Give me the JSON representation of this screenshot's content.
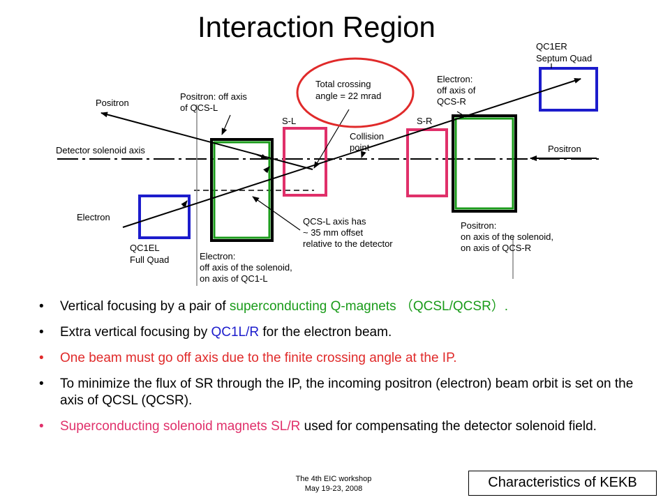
{
  "title": "Interaction Region",
  "colors": {
    "green": "#1a9b1a",
    "blue": "#1c1ccc",
    "pink": "#e0306a",
    "red": "#e02a2a",
    "gray": "#888888"
  },
  "diagram": {
    "labels": {
      "positron_left": "Positron",
      "positron_off_axis_1": "Positron: off axis",
      "positron_off_axis_2": "of QCS-L",
      "sl": "S-L",
      "total_crossing_1": "Total crossing",
      "total_crossing_2": "angle = 22 mrad",
      "collision_1": "Collision",
      "collision_2": "point",
      "sr": "S-R",
      "electron_off_1": "Electron:",
      "electron_off_2": "off axis of",
      "electron_off_3": "QCS-R",
      "qc1er_1": "QC1ER",
      "qc1er_2": "Septum Quad",
      "detector_axis": "Detector solenoid axis",
      "positron_right": "Positron",
      "electron_left": "Electron",
      "qc1el_1": "QC1EL",
      "qc1el_2": "Full Quad",
      "electron_bottom_1": "Electron:",
      "electron_bottom_2": "off axis of the solenoid,",
      "electron_bottom_3": "on axis of QC1-L",
      "qcsl_axis_1": "QCS-L axis has",
      "qcsl_axis_2": "~ 35 mm offset",
      "qcsl_axis_3": "relative to the detector",
      "positron_bottom_1": "Positron:",
      "positron_bottom_2": "on axis of the solenoid,",
      "positron_bottom_3": "on axis of QCS-R"
    }
  },
  "bullets": [
    {
      "parts": [
        {
          "text": "Vertical focusing by a pair of ",
          "color": "#000000"
        },
        {
          "text": "superconducting Q-magnets （QCSL/QCSR）.",
          "color": "#1a9b1a"
        }
      ]
    },
    {
      "parts": [
        {
          "text": "Extra vertical focusing by ",
          "color": "#000000"
        },
        {
          "text": "QC1L/R",
          "color": "#1c1ccc"
        },
        {
          "text": " for the electron beam.",
          "color": "#000000"
        }
      ]
    },
    {
      "bullet_color": "#e02a2a",
      "parts": [
        {
          "text": "One beam must go off axis due to the finite crossing angle at the IP.",
          "color": "#e02a2a"
        }
      ]
    },
    {
      "parts": [
        {
          "text": "To minimize the flux of SR through the IP, the incoming positron (electron) beam orbit is set on the axis of QCSL (QCSR).",
          "color": "#000000"
        }
      ]
    },
    {
      "bullet_color": "#e0306a",
      "parts": [
        {
          "text": "Superconducting solenoid magnets SL/R",
          "color": "#e0306a"
        },
        {
          "text": " used for compensating the detector solenoid field.",
          "color": "#000000"
        }
      ]
    }
  ],
  "footer": {
    "line1": "The 4th EIC workshop",
    "line2": "May 19-23, 2008"
  },
  "characteristics": "Characteristics of KEKB"
}
